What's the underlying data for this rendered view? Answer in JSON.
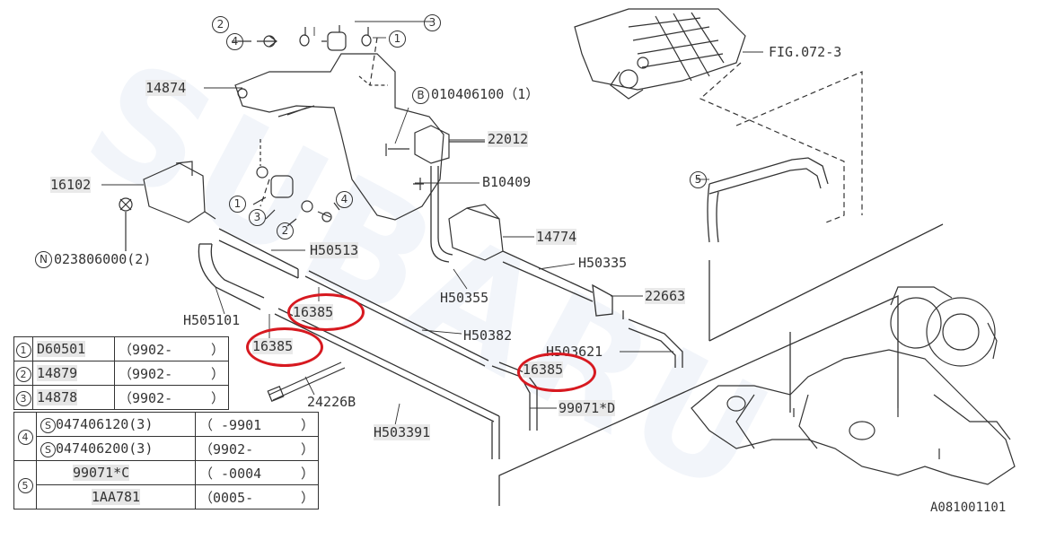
{
  "diagram": {
    "callouts": {
      "c1_top": "1",
      "c2_top": "2",
      "c3_top": "3",
      "c4_top": "4",
      "c1_mid": "1",
      "c2_mid": "2",
      "c3_mid": "3",
      "c4_mid": "4",
      "c5": "5",
      "cB": "B",
      "cN": "N"
    },
    "labels": {
      "p14874": "14874",
      "pB010": "010406100（1）",
      "p22012": "22012",
      "p16102": "16102",
      "pB10409": "B10409",
      "p14774": "14774",
      "pH50513": "H50513",
      "pN023": "023806000(2)",
      "pH50335": "H50335",
      "pH50355": "H50355",
      "p22663": "22663",
      "pH505101": "H505101",
      "p16385a": "16385",
      "p16385b": "16385",
      "p16385c": "16385",
      "pH50382": "H50382",
      "pH503621": "H503621",
      "p24226B": "24226B",
      "p99071D": "99071*D",
      "pH503391": "H503391",
      "fig": "FIG.072-3"
    },
    "figure_code": "A081001101"
  },
  "legend": {
    "rows": [
      {
        "idx": "1",
        "part": "D60501",
        "range": "（9902-",
        "end": "）"
      },
      {
        "idx": "2",
        "part": "14879",
        "range": "（9902-",
        "end": "）"
      },
      {
        "idx": "3",
        "part": "14878",
        "range": "（9902-",
        "end": "）"
      }
    ],
    "row4": {
      "idx": "4",
      "a": {
        "prefix": "S",
        "part": "047406120(3)",
        "range": "（     -9901",
        "end": "）"
      },
      "b": {
        "prefix": "S",
        "part": "047406200(3)",
        "range": "（9902-",
        "end": "）"
      }
    },
    "row5": {
      "idx": "5",
      "a": {
        "part": "99071*C",
        "range": "（     -0004",
        "end": "）"
      },
      "b": {
        "part": "1AA781",
        "range": "（0005-",
        "end": "）"
      }
    }
  },
  "highlight_color": "#d71920"
}
